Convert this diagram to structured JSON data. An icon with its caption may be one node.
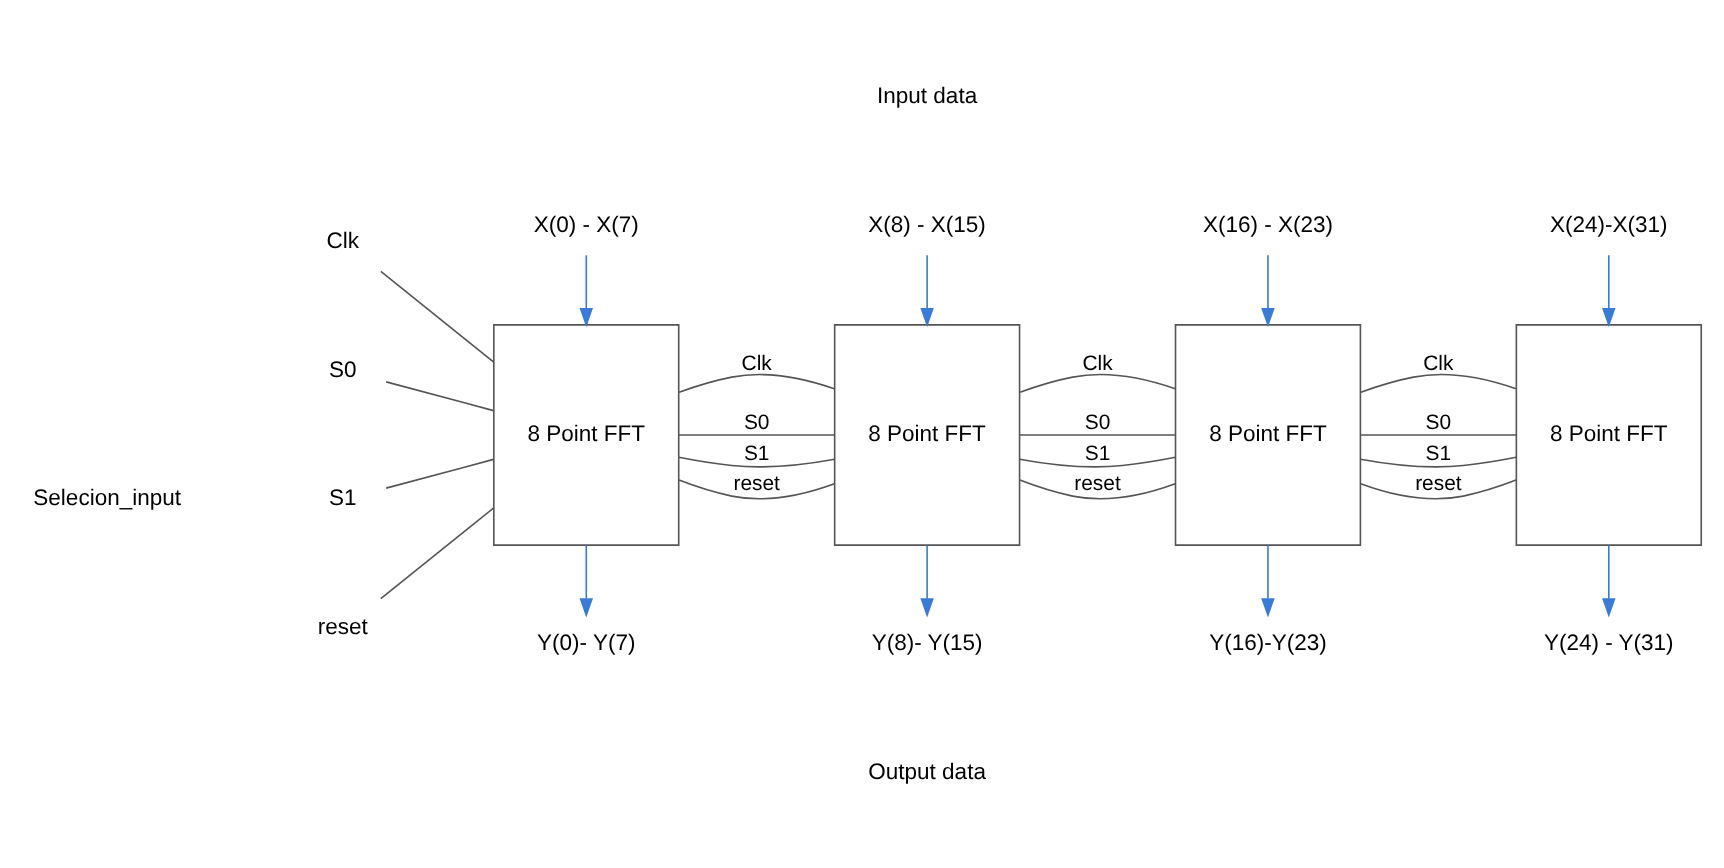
{
  "diagram": {
    "nodes": [
      {
        "text": [
          "X(0) - X(7)"
        ]
      },
      {
        "text": [
          "X(8) - X(15)"
        ]
      },
      {
        "text": [
          "X(16) - X(23)"
        ]
      },
      {
        "text": [
          "X(24)-X(31)"
        ]
      },
      {
        "text": [
          "8 Point FFT"
        ]
      },
      {
        "text": [
          "8 Point FFT"
        ]
      },
      {
        "text": [
          "8 Point FFT"
        ]
      },
      {
        "text": [
          "8 Point FFT"
        ]
      },
      {
        "text": [
          "Clk"
        ]
      },
      {
        "text": [
          "S0"
        ]
      },
      {
        "text": [
          "S1"
        ]
      },
      {
        "text": [
          "reset"
        ]
      },
      {
        "text": [
          "Y(0)- Y(7)"
        ]
      },
      {
        "text": [
          "Y(8)- Y(15)"
        ]
      },
      {
        "text": [
          "Y(16)-Y(23)"
        ]
      },
      {
        "text": [
          "Y(24) - Y(31)"
        ]
      }
    ],
    "edges": [
      {
        "from": 0,
        "to": 4,
        "arrow": "to",
        "color": "#3a7bd5"
      },
      {
        "from": 1,
        "to": 5,
        "arrow": "to",
        "color": "#3a7bd5"
      },
      {
        "from": 2,
        "to": 6,
        "arrow": "to",
        "color": "#3a7bd5"
      },
      {
        "from": 3,
        "to": 7,
        "arrow": "to",
        "color": "#3a7bd5"
      },
      {
        "from": 8,
        "to": 4,
        "arrow": "none"
      },
      {
        "from": 9,
        "to": 4,
        "arrow": "none"
      },
      {
        "from": 10,
        "to": 4,
        "arrow": "none"
      },
      {
        "from": 11,
        "to": 4,
        "arrow": "none"
      },
      {
        "from": 4,
        "to": 5,
        "arrow": "none",
        "label": "Clk"
      },
      {
        "from": 4,
        "to": 5,
        "arrow": "none",
        "label": "S0"
      },
      {
        "from": 4,
        "to": 5,
        "arrow": "none",
        "label": "S1"
      },
      {
        "from": 4,
        "to": 5,
        "arrow": "none",
        "label": "reset"
      },
      {
        "from": 5,
        "to": 6,
        "arrow": "none",
        "label": "Clk"
      },
      {
        "from": 5,
        "to": 6,
        "arrow": "none",
        "label": "S0"
      },
      {
        "from": 5,
        "to": 6,
        "arrow": "none",
        "label": "S1"
      },
      {
        "from": 5,
        "to": 6,
        "arrow": "none",
        "label": "reset"
      },
      {
        "from": 6,
        "to": 7,
        "arrow": "none",
        "label": "Clk"
      },
      {
        "from": 6,
        "to": 7,
        "arrow": "none",
        "label": "S0"
      },
      {
        "from": 6,
        "to": 7,
        "arrow": "none",
        "label": "S1"
      },
      {
        "from": 6,
        "to": 7,
        "arrow": "none",
        "label": "reset"
      },
      {
        "from": 4,
        "to": 12,
        "arrow": "to",
        "color": "#3a7bd5"
      },
      {
        "from": 5,
        "to": 13,
        "arrow": "to",
        "color": "#3a7bd5"
      },
      {
        "from": 6,
        "to": 14,
        "arrow": "to",
        "color": "#3a7bd5"
      },
      {
        "from": 7,
        "to": 15,
        "arrow": "to",
        "color": "#3a7bd5"
      }
    ],
    "labels": [
      "Input data",
      "Selecion_input",
      "Output data"
    ]
  }
}
